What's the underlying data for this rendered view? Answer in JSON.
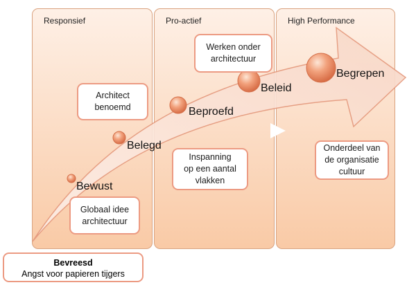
{
  "phases": [
    {
      "label": "Responsief"
    },
    {
      "label": "Pro-actief"
    },
    {
      "label": "High Performance"
    }
  ],
  "stages": [
    {
      "label": "Bewust"
    },
    {
      "label": "Belegd"
    },
    {
      "label": "Beproefd"
    },
    {
      "label": "Beleid"
    },
    {
      "label": "Begrepen"
    }
  ],
  "callouts": {
    "architect_benoemd": "Architect\nbenoemd",
    "globaal_idee": "Globaal idee\narchitectuur",
    "werken_onder": "Werken onder\narchitectuur",
    "inspanning": "Inspanning\nop een aantal\nvlakken",
    "onderdeel": "Onderdeel van\nde organisatie\ncultuur"
  },
  "bottom": {
    "title": "Bevreesd",
    "subtitle": "Angst voor papieren tijgers"
  },
  "colors": {
    "phase_border": "#d9a27f",
    "box_border": "#ec9a82",
    "arrow_fill": "#fbe0d3",
    "circle": "#e8865f"
  }
}
